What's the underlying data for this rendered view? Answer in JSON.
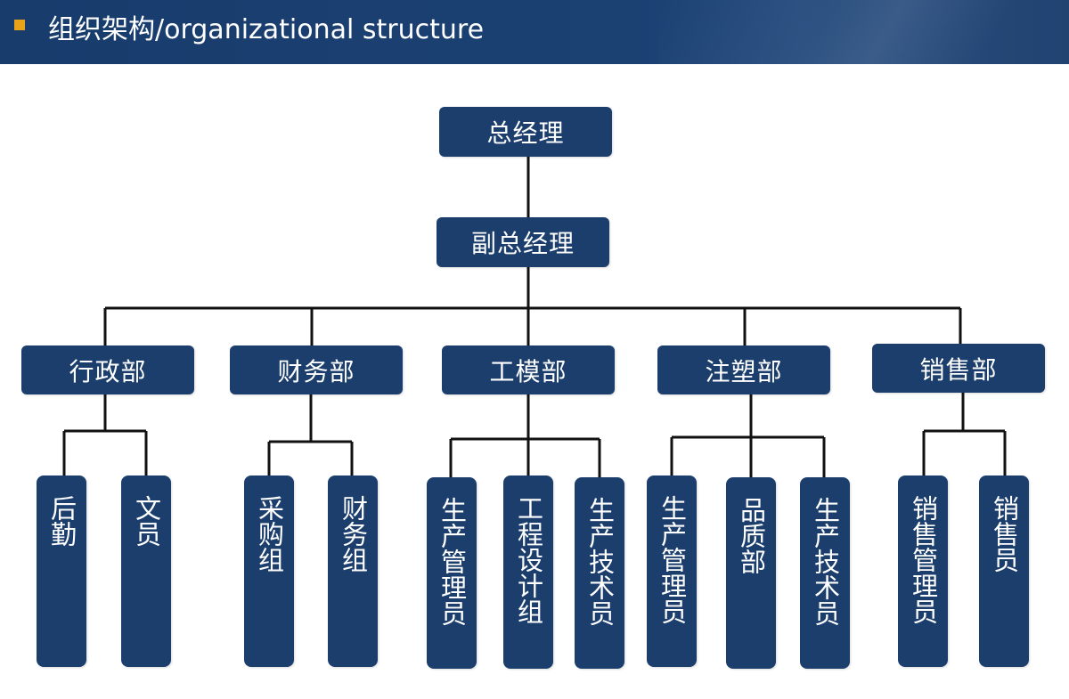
{
  "header": {
    "title": "组织架构/organizational structure"
  },
  "colors": {
    "header_bg": "#1b3e6d",
    "accent": "#e8a319",
    "box_bg": "#1b3e6d",
    "line": "#111111"
  },
  "org": {
    "gm": "总经理",
    "deputy": "副总经理",
    "departments": [
      {
        "name": "行政部",
        "teams": [
          "后勤",
          "文员"
        ]
      },
      {
        "name": "财务部",
        "teams": [
          "采购组",
          "财务组"
        ]
      },
      {
        "name": "工模部",
        "teams": [
          "生产管理员",
          "工程设计组",
          "生产技术员"
        ]
      },
      {
        "name": "注塑部",
        "teams": [
          "生产管理员",
          "品质部",
          "生产技术员"
        ]
      },
      {
        "name": "销售部",
        "teams": [
          "销售管理员",
          "销售员"
        ]
      }
    ]
  }
}
